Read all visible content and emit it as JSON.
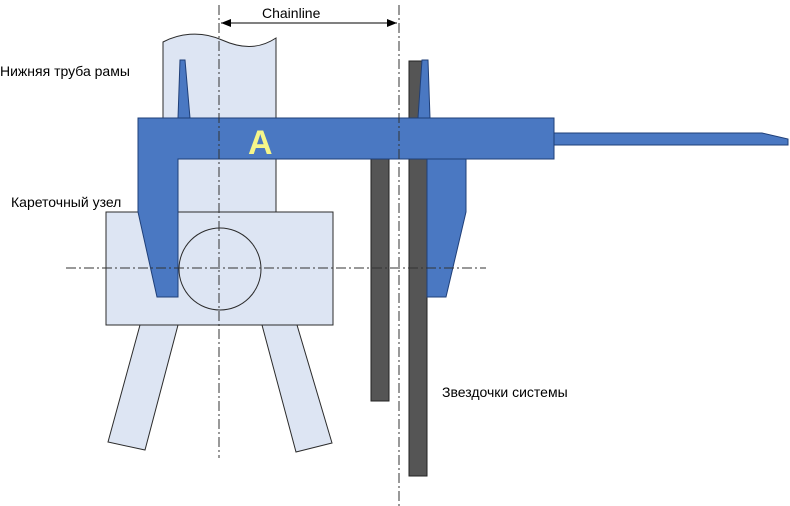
{
  "labels": {
    "chainline": "Chainline",
    "down_tube": "Нижняя труба рамы",
    "bottom_bracket": "Кареточный узел",
    "chainrings": "Звездочки системы",
    "caliper_letter": "A"
  },
  "colors": {
    "frame_fill": "#dde5f3",
    "frame_stroke": "#2b2b2b",
    "caliper_fill": "#4a78c2",
    "caliper_stroke": "#1f3f78",
    "chainring_fill": "#555555",
    "letter": "#f5f58a"
  }
}
